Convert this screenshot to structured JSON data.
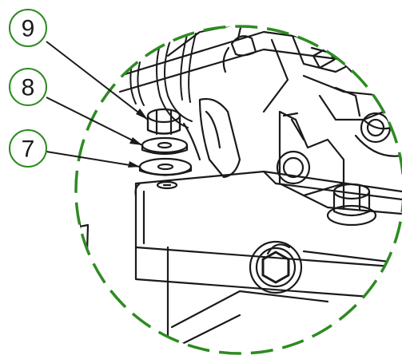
{
  "figure": {
    "callouts": [
      {
        "id": "9",
        "label": "9",
        "part": "nut"
      },
      {
        "id": "8",
        "label": "8",
        "part": "lock-washer"
      },
      {
        "id": "7",
        "label": "7",
        "part": "flat-washer"
      }
    ],
    "colors": {
      "detail_circle": "#2e8b22",
      "line_art": "#1a1a1a",
      "background": "#ffffff"
    }
  }
}
